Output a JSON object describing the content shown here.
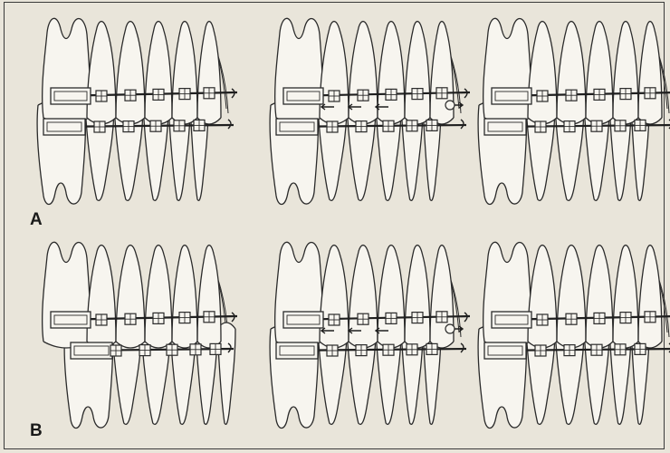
{
  "figure": {
    "row_labels": {
      "a": "A",
      "b": "B"
    },
    "panels": [
      {
        "row": "A",
        "col": 1,
        "variant": "aligned"
      },
      {
        "row": "A",
        "col": 2,
        "variant": "elastic-arrows"
      },
      {
        "row": "A",
        "col": 3,
        "variant": "aligned"
      },
      {
        "row": "B",
        "col": 1,
        "variant": "overbite"
      },
      {
        "row": "B",
        "col": 2,
        "variant": "elastic-arrows"
      },
      {
        "row": "B",
        "col": 3,
        "variant": "aligned"
      }
    ],
    "colors": {
      "background": "#e9e5da",
      "line": "#2b2b2b",
      "tooth_fill": "#f7f5ef"
    }
  }
}
